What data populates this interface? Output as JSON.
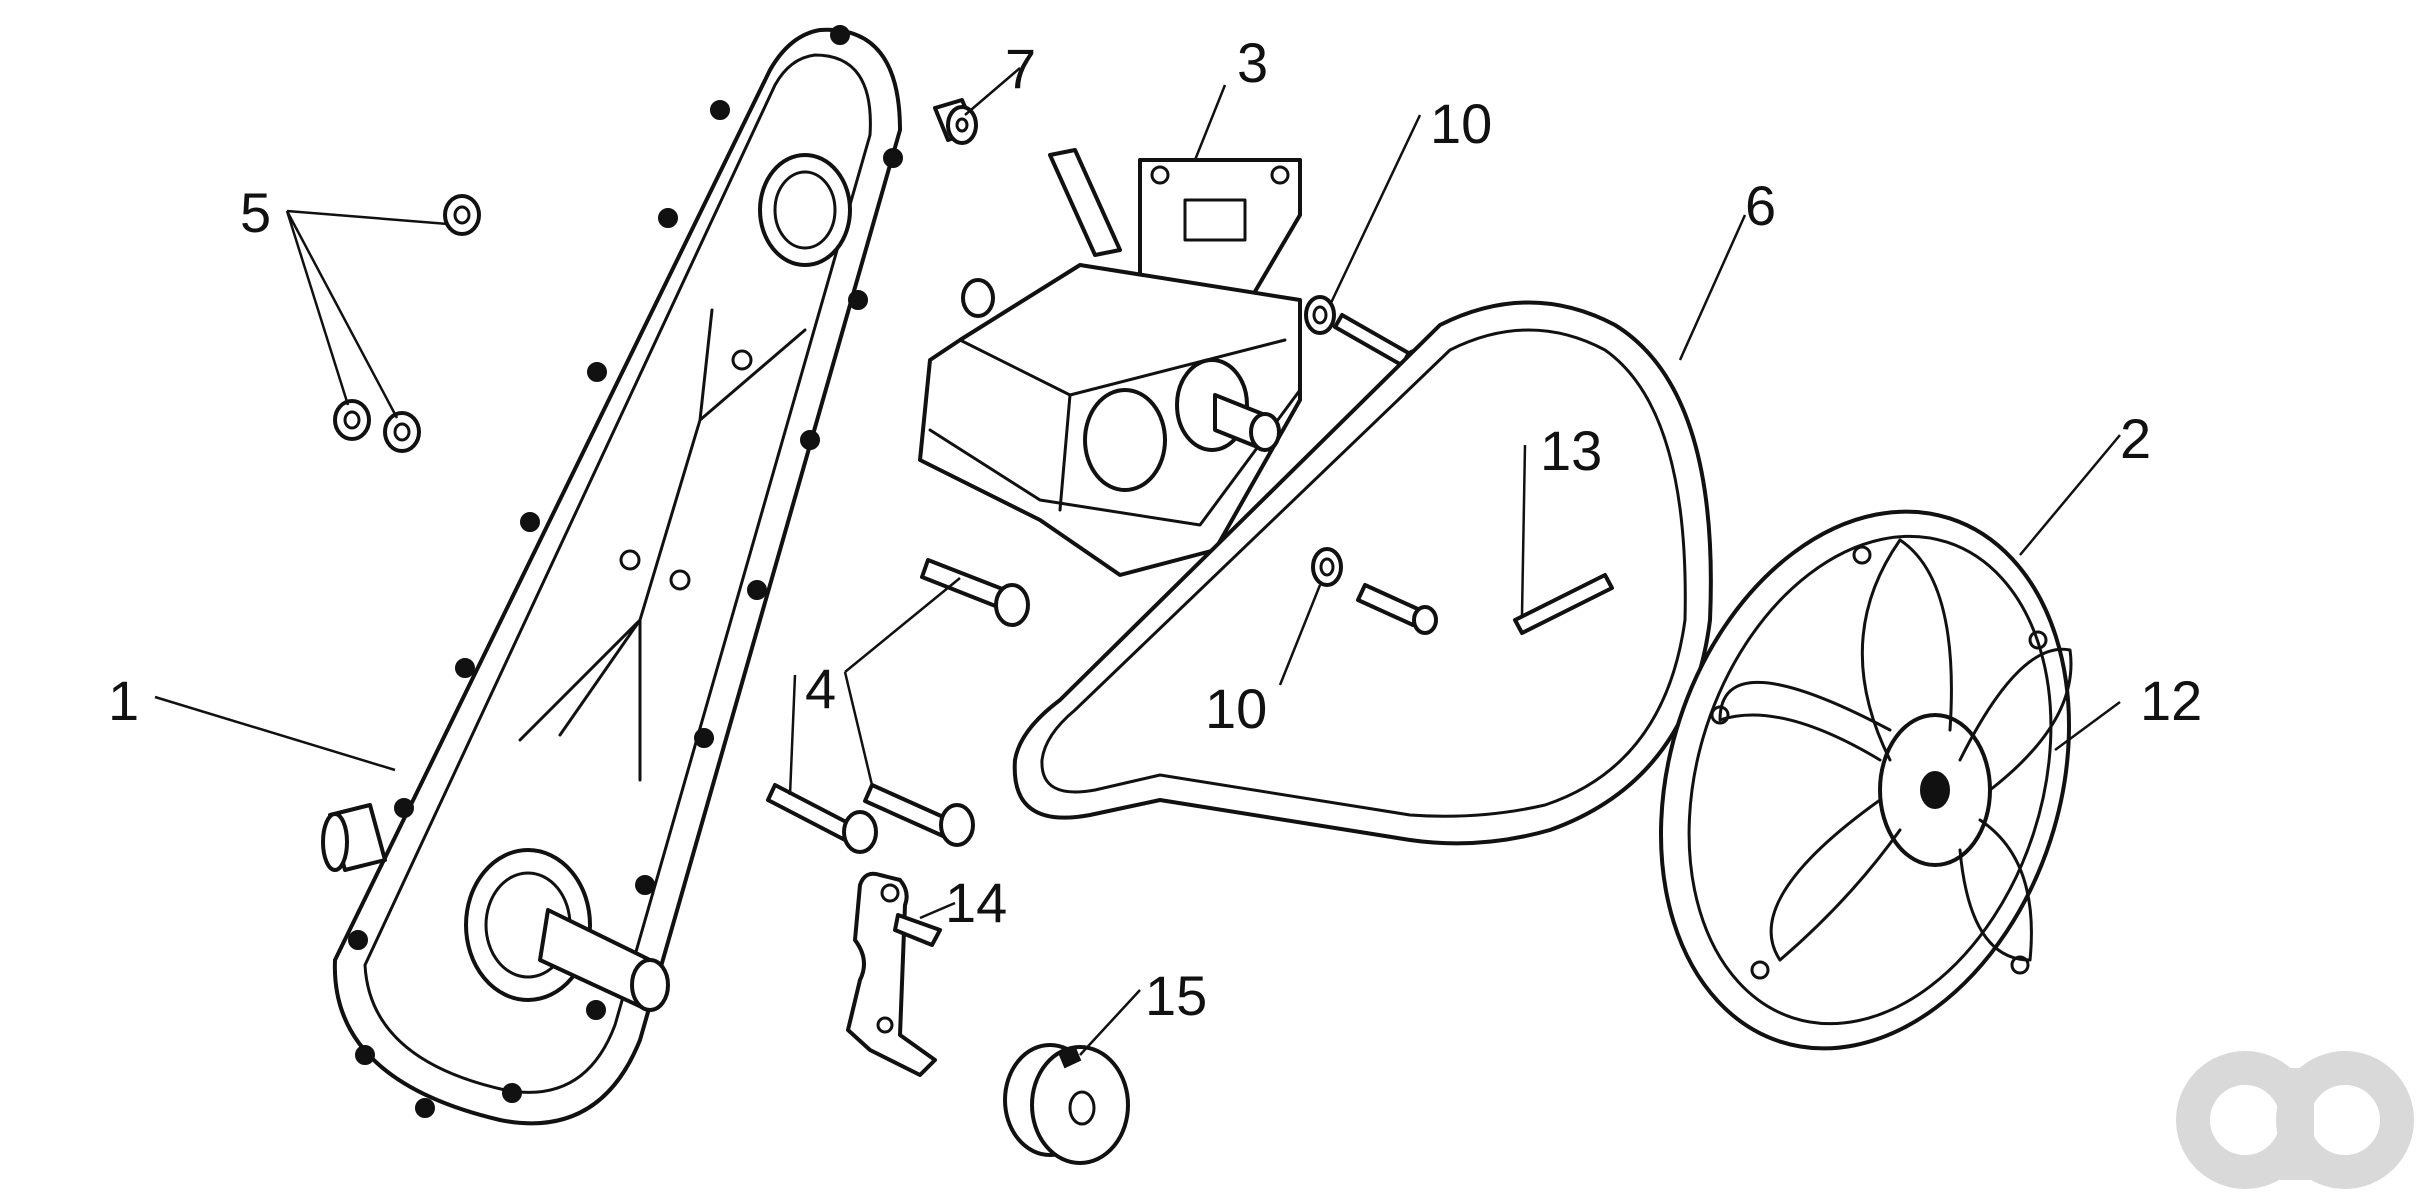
{
  "callouts": {
    "c1": "1",
    "c2": "2",
    "c3": "3",
    "c4a": "4",
    "c5": "5",
    "c6": "6",
    "c7": "7",
    "c10a": "10",
    "c10b": "10",
    "c12": "12",
    "c13": "13",
    "c14": "14",
    "c15": "15"
  },
  "colors": {
    "line": "#111111",
    "background": "#ffffff",
    "watermark": "#d9d9d9"
  },
  "watermark_icon": "ao-logo"
}
